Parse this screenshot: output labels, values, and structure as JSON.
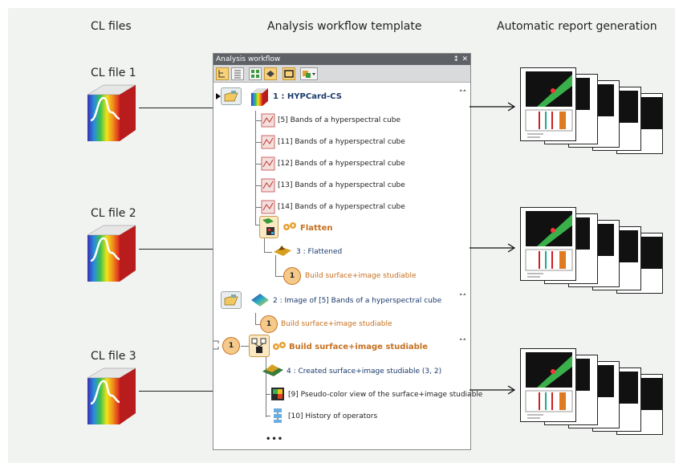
{
  "headings": {
    "cl_files": "CL files",
    "workflow": "Analysis workflow template",
    "reports": "Automatic report generation"
  },
  "cl_files": [
    {
      "label": "CL file 1"
    },
    {
      "label": "CL file 2"
    },
    {
      "label": "CL file 3"
    }
  ],
  "panel": {
    "title": "Analysis workflow",
    "pin_glyph": "↕",
    "close_glyph": "✕"
  },
  "tree": {
    "hyp_title": "1 : HYPCard-CS",
    "bands": [
      "[5] Bands of a hyperspectral cube",
      "[11] Bands of a hyperspectral cube",
      "[12] Bands of a hyperspectral cube",
      "[13] Bands of a hyperspectral cube",
      "[14] Bands of a hyperspectral cube"
    ],
    "flatten": "Flatten",
    "flattened": "3 : Flattened",
    "build1_num": "1",
    "build1": "Build surface+image studiable",
    "image2": "2 : Image of [5] Bands of a hyperspectral cube",
    "build2_num": "1",
    "build2": "Build surface+image studiable",
    "build3_num": "1",
    "build3": "Build surface+image studiable",
    "created": "4 : Created surface+image studiable (3, 2)",
    "pseudo": "[9] Pseudo-color view of the surface+image studiable",
    "history": "[10] History of operators",
    "ellipsis": "•••",
    "collapse_glyph": "˄˄"
  },
  "colors": {
    "accent_orange": "#c6701f",
    "title_blue": "#1a3a6b",
    "panel_titlebar": "#5e6166",
    "background": "#f1f3f1"
  }
}
